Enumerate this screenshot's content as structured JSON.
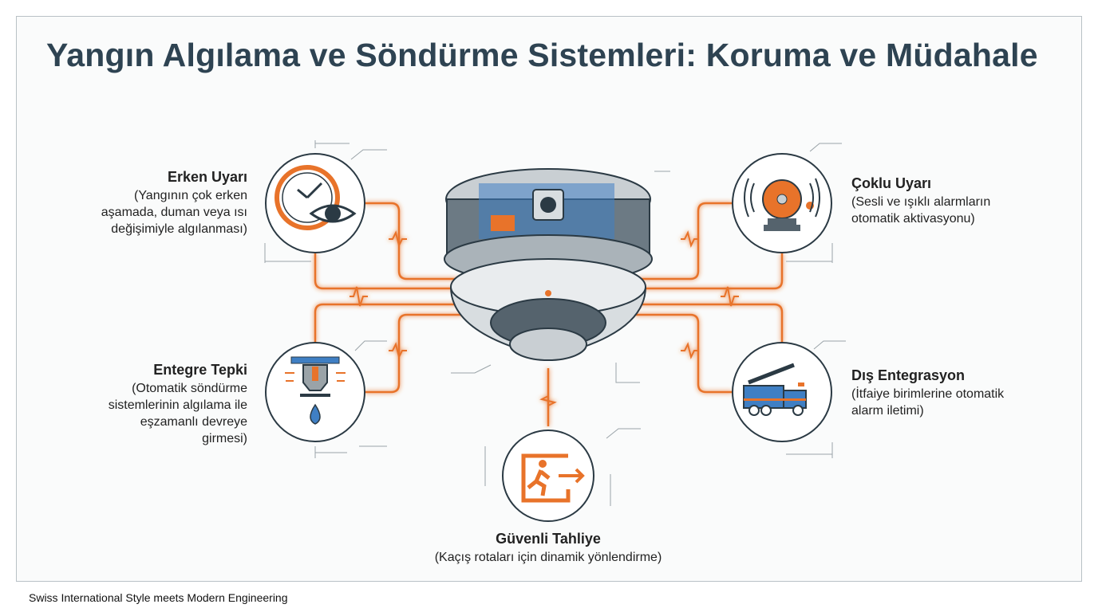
{
  "title": "Yangın Algılama ve Söndürme Sistemleri: Koruma ve Müdahale",
  "features": [
    {
      "id": "early-warning",
      "title": "Erken Uyarı",
      "description": "(Yangının çok erken aşamada, duman veya ısı değişimiyle algılanması)",
      "icon": "clock-eye-icon"
    },
    {
      "id": "integrated-response",
      "title": "Entegre Tepki",
      "description": "(Otomatik söndürme sistemlerinin algılama ile eşzamanlı devreye girmesi)",
      "icon": "sprinkler-icon"
    },
    {
      "id": "multi-alert",
      "title": "Çoklu Uyarı",
      "description": "(Sesli ve ışıklı alarmların otomatik aktivasyonu)",
      "icon": "alarm-bell-icon"
    },
    {
      "id": "external-integration",
      "title": "Dış Entegrasyon",
      "description": "(İtfaiye birimlerine otomatik alarm iletimi)",
      "icon": "fire-truck-icon"
    },
    {
      "id": "safe-evacuation",
      "title": "Güvenli Tahliye",
      "description": "(Kaçış rotaları için dinamik yönlendirme)",
      "icon": "exit-sign-icon"
    }
  ],
  "footer": "Swiss International Style meets Modern Engineering",
  "colors": {
    "accent": "#e8732a",
    "title": "#2e4352",
    "dark": "#2b3a44",
    "blue": "#3f7fc4"
  }
}
